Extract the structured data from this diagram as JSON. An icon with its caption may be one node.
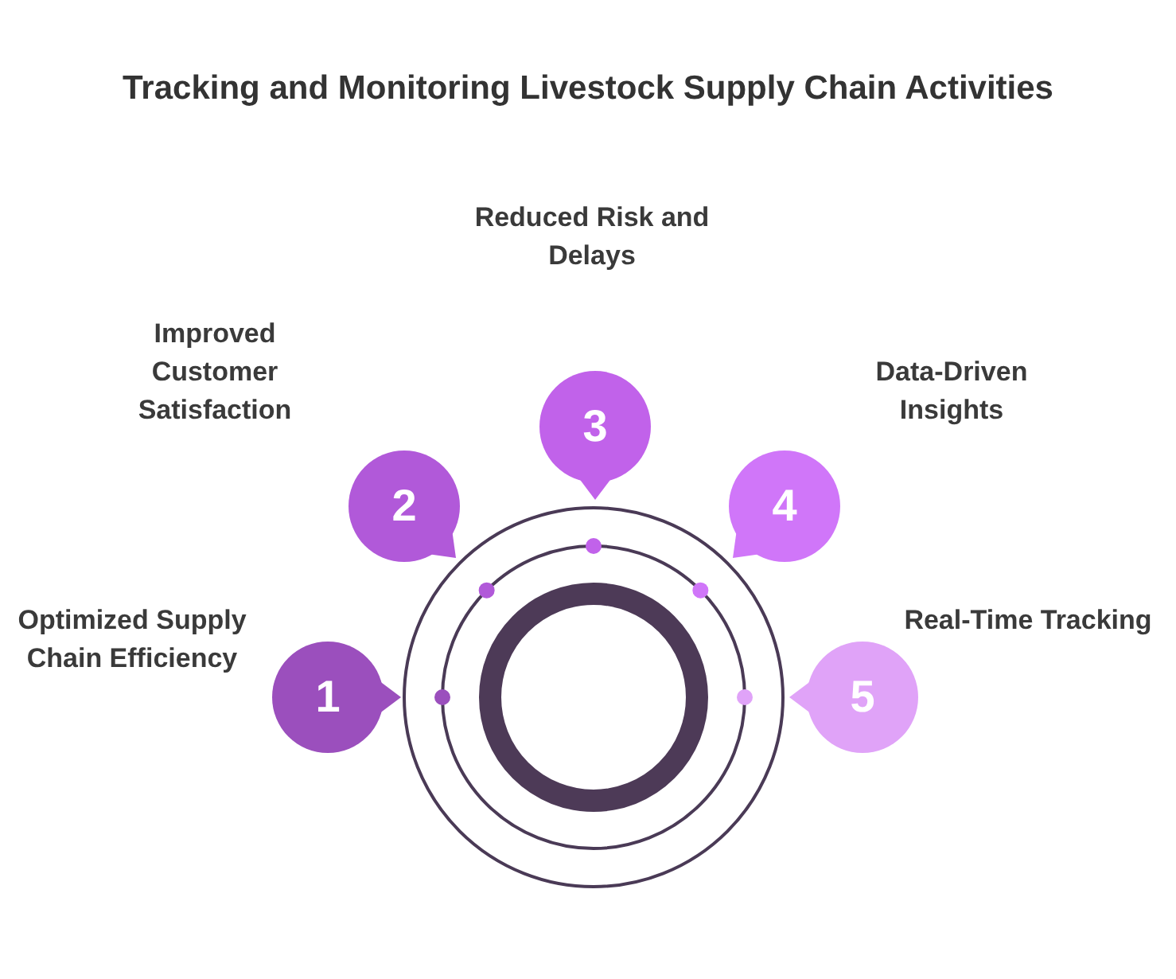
{
  "diagram": {
    "title": "Tracking and Monitoring Livestock Supply Chain Activities",
    "nodes": [
      {
        "text": [
          "1"
        ],
        "beside": [
          "Optimized Supply Chain Efficiency"
        ]
      },
      {
        "text": [
          "2"
        ],
        "beside": [
          "Improved Customer Satisfaction"
        ]
      },
      {
        "text": [
          "3"
        ],
        "beside": [
          "Reduced Risk and Delays"
        ]
      },
      {
        "text": [
          "4"
        ],
        "beside": [
          "Data-Driven Insights"
        ]
      },
      {
        "text": [
          "5"
        ],
        "beside": [
          "Real-Time Tracking"
        ]
      }
    ]
  }
}
